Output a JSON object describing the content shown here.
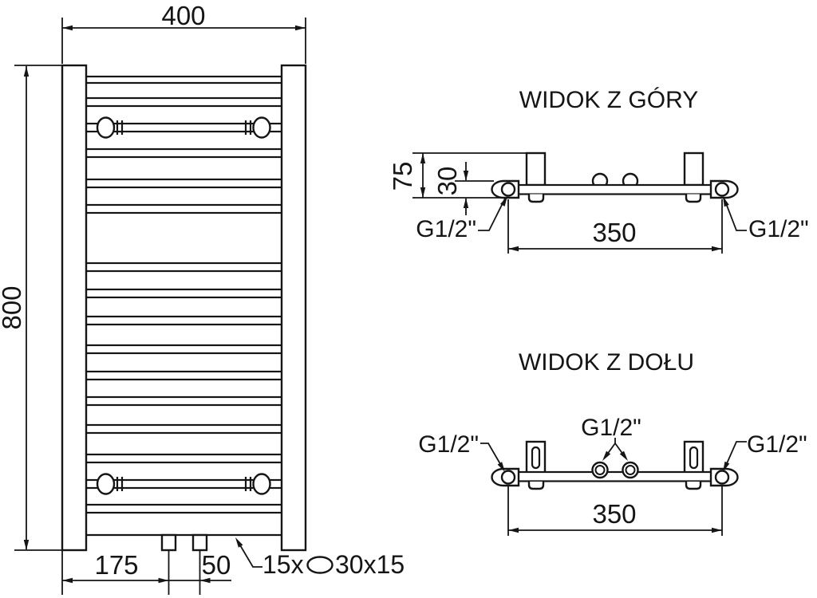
{
  "drawing": {
    "front_view": {
      "width_mm": "400",
      "height_mm": "800",
      "bottom_offset_mm": "175",
      "bottom_spacing_mm": "50",
      "tube_count": "15x",
      "tube_profile": "30x15"
    },
    "top_view": {
      "title": "WIDOK Z GÓRY",
      "total_depth_mm": "75",
      "tube_depth_mm": "30",
      "connection_spacing_mm": "350",
      "thread_left": "G1/2\"",
      "thread_right": "G1/2\""
    },
    "bottom_view": {
      "title": "WIDOK Z DOŁU",
      "connection_spacing_mm": "350",
      "thread_left": "G1/2\"",
      "thread_center": "G1/2\"",
      "thread_right": "G1/2\""
    },
    "colors": {
      "line": "#151515",
      "background": "#ffffff"
    }
  }
}
